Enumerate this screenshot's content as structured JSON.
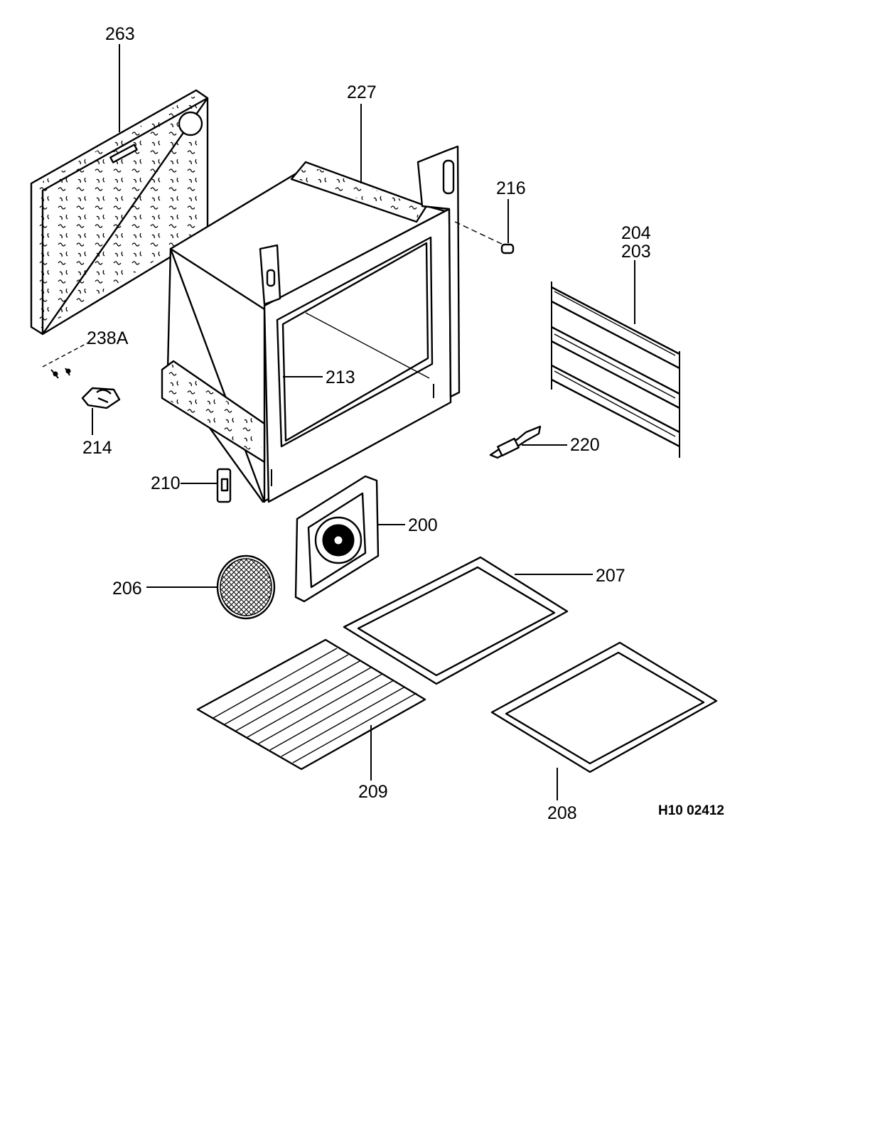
{
  "parts": {
    "p263": "263",
    "p227": "227",
    "p216": "216",
    "p204": "204",
    "p203": "203",
    "p238a": "238A",
    "p213": "213",
    "p214": "214",
    "p220": "220",
    "p210": "210",
    "p200": "200",
    "p206": "206",
    "p207": "207",
    "p209": "209",
    "p208": "208"
  },
  "drawing_ref": "H10 02412"
}
